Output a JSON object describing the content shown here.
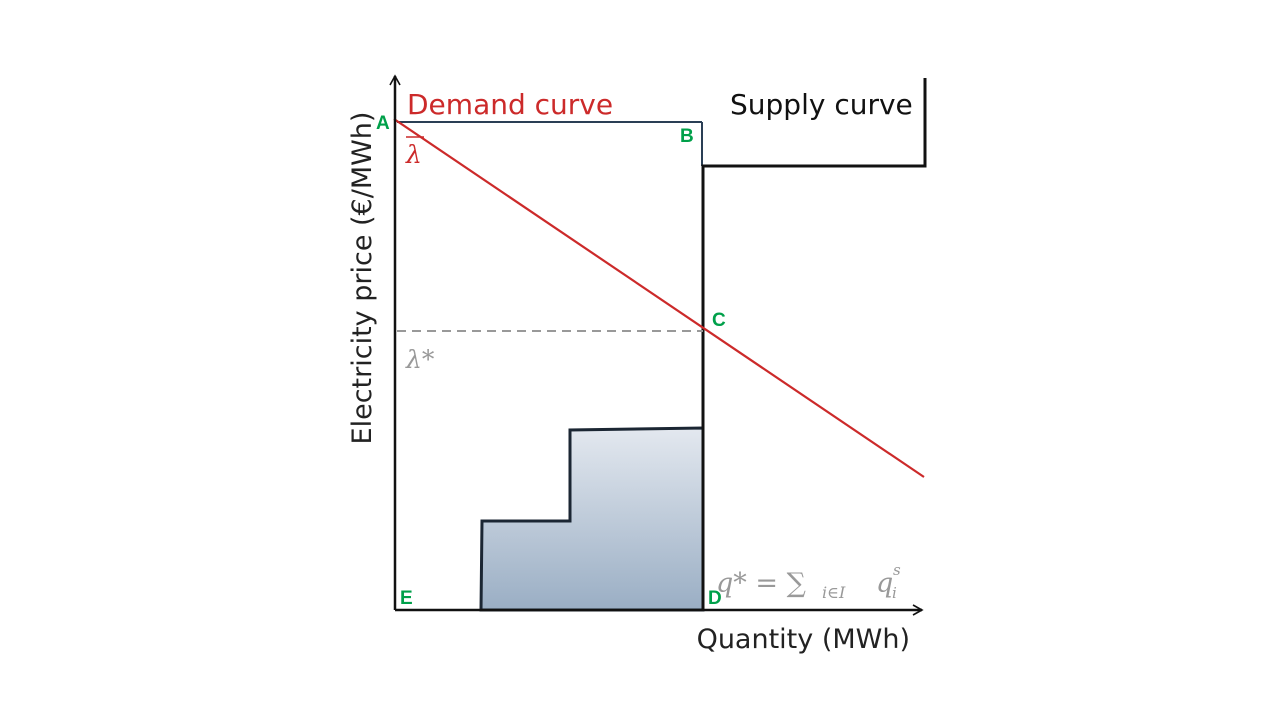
{
  "axes": {
    "x_label": "Quantity (MWh)",
    "y_label": "Electricity price (€/MWh)"
  },
  "curves": {
    "demand_label": "Demand curve",
    "supply_label": "Supply curve"
  },
  "symbols": {
    "lambda_bar": "λ",
    "lambda_star": "λ*",
    "q_star_eq": "q* = ∑",
    "q_star_sub": "i∈I",
    "q_star_q": "q",
    "q_star_q_sub": "i",
    "q_star_q_sup": "s"
  },
  "points": {
    "a": "A",
    "b": "B",
    "c": "C",
    "d": "D",
    "e": "E"
  },
  "colors": {
    "demand": "#cc2a2a",
    "supply": "#111111",
    "axis": "#111111",
    "dashed": "#999999",
    "rect_top": "#2a3f55",
    "point_labels": "#00a04a",
    "symbol_gray": "#999999",
    "bar_fill_top": "#e3e8ef",
    "bar_fill_bottom": "#9aaec4",
    "bar_stroke": "#1b2633"
  }
}
